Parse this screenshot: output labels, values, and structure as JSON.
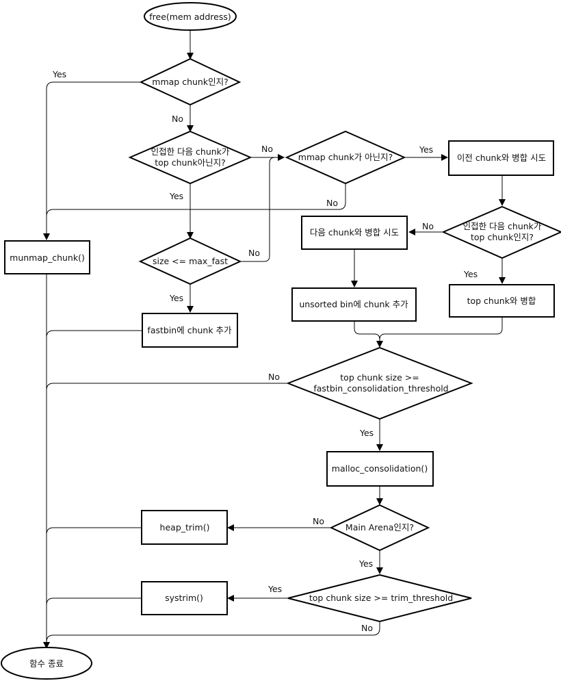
{
  "nodes": {
    "start": "free(mem address)",
    "is_mmap": "mmap chunk인지?",
    "next_is_top_1": "인접한 다음 chunk가",
    "next_is_top_2": "top chunk아닌지?",
    "size_check": "size <= max_fast",
    "fastbin_add": "fastbin에 chunk 추가",
    "munmap": "munmap_chunk()",
    "not_mmap": "mmap chunk가 아닌지?",
    "merge_prev": "이전 chunk와 병합 시도",
    "next_top2_1": "인접한 다음 chunk가",
    "next_top2_2": "top chunk인지?",
    "merge_next": "다음 chunk와 병합 시도",
    "unsorted_add": "unsorted bin에 chunk 추가",
    "merge_top": "top chunk와 병합",
    "consol_check_1": "top chunk size >=",
    "consol_check_2": "fastbin_consolidation_threshold",
    "malloc_consol": "malloc_consolidation()",
    "main_arena": "Main Arena인지?",
    "heap_trim": "heap_trim()",
    "trim_check": "top chunk size >= trim_threshold",
    "systrim": "systrim()",
    "end": "함수 종료"
  },
  "edge_labels": {
    "mmap_yes": "Yes",
    "mmap_no": "No",
    "top1_no": "No",
    "top1_yes": "Yes",
    "size_no": "No",
    "size_yes": "Yes",
    "notmmap_yes": "Yes",
    "notmmap_no": "No",
    "top2_no": "No",
    "top2_yes": "Yes",
    "consol_no": "No",
    "consol_yes": "Yes",
    "arena_no": "No",
    "arena_yes": "Yes",
    "trim_yes": "Yes",
    "trim_no": "No"
  }
}
